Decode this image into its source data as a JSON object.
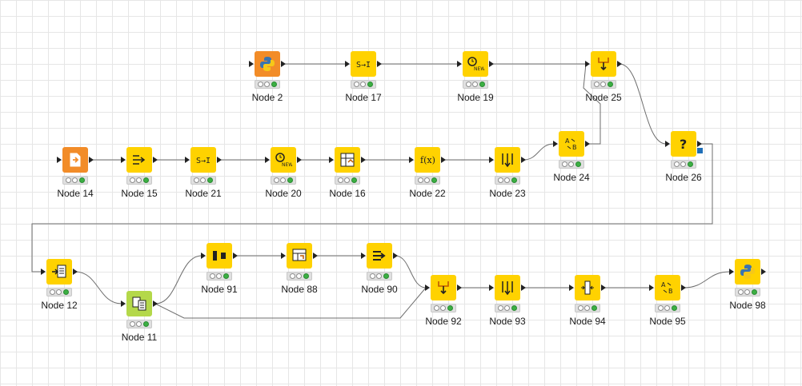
{
  "colors": {
    "source": "#f28c28",
    "manipulator": "#ffd200",
    "learner": "#b4d84a",
    "edge": "#6e6e6e",
    "status_ok": "#3cb043",
    "flow_port": "#1f6fb8"
  },
  "nodes": [
    {
      "key": "n2",
      "title": "Python Source",
      "label": "Node 2",
      "kind": "source",
      "icon": "python-icon"
    },
    {
      "key": "n17",
      "title": "Column Auto\nType Cast",
      "label": "Node 17",
      "kind": "manipulator",
      "icon": "type-cast-icon"
    },
    {
      "key": "n19",
      "title": "Legacy Date&Time\nto Date&Time",
      "label": "Node 19",
      "kind": "manipulator",
      "icon": "datetime-convert-icon"
    },
    {
      "key": "n25",
      "title": "Joiner",
      "label": "Node 25",
      "kind": "manipulator",
      "icon": "joiner-icon"
    },
    {
      "key": "n14",
      "title": "File Reader",
      "label": "Node 14",
      "kind": "source",
      "icon": "file-reader-icon"
    },
    {
      "key": "n15",
      "title": "Row Filter",
      "label": "Node 15",
      "kind": "manipulator",
      "icon": "row-filter-icon"
    },
    {
      "key": "n21",
      "title": "Column Auto\nType Cast",
      "label": "Node 21",
      "kind": "manipulator",
      "icon": "type-cast-icon"
    },
    {
      "key": "n20",
      "title": "Legacy Date&Time\nto Date&Time",
      "label": "Node 20",
      "kind": "manipulator",
      "icon": "datetime-convert-icon"
    },
    {
      "key": "n16",
      "title": "Pivoting",
      "label": "Node 16",
      "kind": "manipulator",
      "icon": "pivoting-icon"
    },
    {
      "key": "n22",
      "title": "Math Formula",
      "label": "Node 22",
      "kind": "manipulator",
      "icon": "math-formula-icon"
    },
    {
      "key": "n23",
      "title": "Column Filter",
      "label": "Node 23",
      "kind": "manipulator",
      "icon": "column-filter-icon"
    },
    {
      "key": "n24",
      "title": "Column Rename",
      "label": "Node 24",
      "kind": "manipulator",
      "icon": "column-rename-icon"
    },
    {
      "key": "n26",
      "title": "Missing Value",
      "label": "Node 26",
      "kind": "manipulator",
      "icon": "missing-value-icon"
    },
    {
      "key": "n12",
      "title": "Strings To Document",
      "label": "Node 12",
      "kind": "manipulator",
      "icon": "strings-to-document-icon"
    },
    {
      "key": "n11",
      "title": "Topic Extractor\n(Parallel LDA)",
      "label": "Node 11",
      "kind": "learner",
      "icon": "topic-extractor-icon"
    },
    {
      "key": "n91",
      "title": "GroupBy",
      "label": "Node 91",
      "kind": "manipulator",
      "icon": "groupby-icon"
    },
    {
      "key": "n88",
      "title": "Unpivoting",
      "label": "Node 88",
      "kind": "manipulator",
      "icon": "unpivoting-icon"
    },
    {
      "key": "n90",
      "title": "Rule-based\nRow Filter",
      "label": "Node 90",
      "kind": "manipulator",
      "icon": "rule-filter-icon"
    },
    {
      "key": "n92",
      "title": "Joiner",
      "label": "Node 92",
      "kind": "manipulator",
      "icon": "joiner-icon"
    },
    {
      "key": "n93",
      "title": "Column Filter",
      "label": "Node 93",
      "kind": "manipulator",
      "icon": "column-filter-icon"
    },
    {
      "key": "n94",
      "title": "Column Resorter",
      "label": "Node 94",
      "kind": "manipulator",
      "icon": "column-resorter-icon"
    },
    {
      "key": "n95",
      "title": "Column Rename",
      "label": "Node 95",
      "kind": "manipulator",
      "icon": "column-rename-icon"
    },
    {
      "key": "n98",
      "title": "Python Script (1⇒1)",
      "label": "Node 98",
      "kind": "script",
      "icon": "python-icon"
    }
  ],
  "connections": [
    {
      "from": "n2",
      "to": "n17"
    },
    {
      "from": "n17",
      "to": "n19"
    },
    {
      "from": "n19",
      "to": "n25"
    },
    {
      "from": "n14",
      "to": "n15"
    },
    {
      "from": "n15",
      "to": "n21"
    },
    {
      "from": "n21",
      "to": "n20"
    },
    {
      "from": "n20",
      "to": "n16"
    },
    {
      "from": "n16",
      "to": "n22"
    },
    {
      "from": "n22",
      "to": "n23"
    },
    {
      "from": "n23",
      "to": "n24"
    },
    {
      "from": "n24",
      "to": "n25"
    },
    {
      "from": "n25",
      "to": "n26"
    },
    {
      "from": "n26",
      "to": "n12"
    },
    {
      "from": "n12",
      "to": "n11"
    },
    {
      "from": "n11",
      "to": "n91"
    },
    {
      "from": "n91",
      "to": "n88"
    },
    {
      "from": "n88",
      "to": "n90"
    },
    {
      "from": "n90",
      "to": "n92"
    },
    {
      "from": "n11",
      "to": "n92"
    },
    {
      "from": "n92",
      "to": "n93"
    },
    {
      "from": "n93",
      "to": "n94"
    },
    {
      "from": "n94",
      "to": "n95"
    },
    {
      "from": "n95",
      "to": "n98"
    }
  ]
}
